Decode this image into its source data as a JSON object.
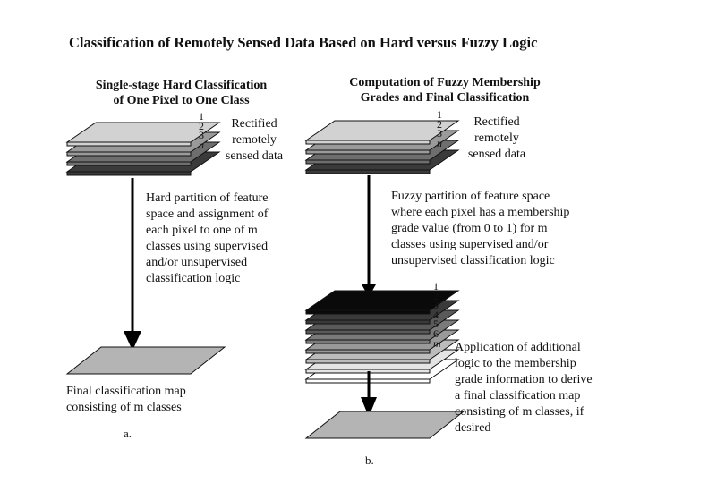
{
  "title": "Classification of Remotely Sensed Data Based on Hard versus Fuzzy Logic",
  "left": {
    "heading": [
      "Single-stage Hard Classification",
      "of One Pixel to One Class"
    ],
    "input_layers": [
      "1",
      "2",
      "3",
      "n"
    ],
    "input_text": [
      "Rectified",
      "remotely",
      "sensed data"
    ],
    "process_text": [
      "Hard partition of feature",
      "space and assignment of",
      "each pixel to one of m",
      "classes using supervised",
      "and/or unsupervised",
      "classification logic"
    ],
    "output_text": [
      "Final classification map",
      "consisting of m classes"
    ],
    "caption": "a."
  },
  "right": {
    "heading": [
      "Computation of Fuzzy Membership",
      "Grades and Final Classification"
    ],
    "input_layers": [
      "1",
      "2",
      "3",
      "n"
    ],
    "input_text": [
      "Rectified",
      "remotely",
      "sensed data"
    ],
    "process_text": [
      "Fuzzy partition of feature space",
      "where each pixel has a membership",
      "grade value (from 0 to 1) for m",
      "classes using supervised and/or",
      "unsupervised classification logic"
    ],
    "membership_layers": [
      "1",
      "2",
      "3",
      "4",
      "5",
      "6",
      "m"
    ],
    "output_text": [
      "Application of additional",
      "logic to the membership",
      "grade information to derive",
      "a final classification map",
      "consisting of m classes, if",
      "desired"
    ],
    "caption": "b."
  },
  "colors": {
    "input_stack": [
      "#d2d2d2",
      "#9a9a9a",
      "#6e6e6e",
      "#3a3a3a"
    ],
    "membership_stack": [
      "#0a0a0a",
      "#3a3a3a",
      "#5a5a5a",
      "#7a7a7a",
      "#9a9a9a",
      "#bcbcbc",
      "#e4e4e4",
      "#ffffff"
    ],
    "output_map": "#b4b4b4",
    "stroke": "#111111"
  }
}
